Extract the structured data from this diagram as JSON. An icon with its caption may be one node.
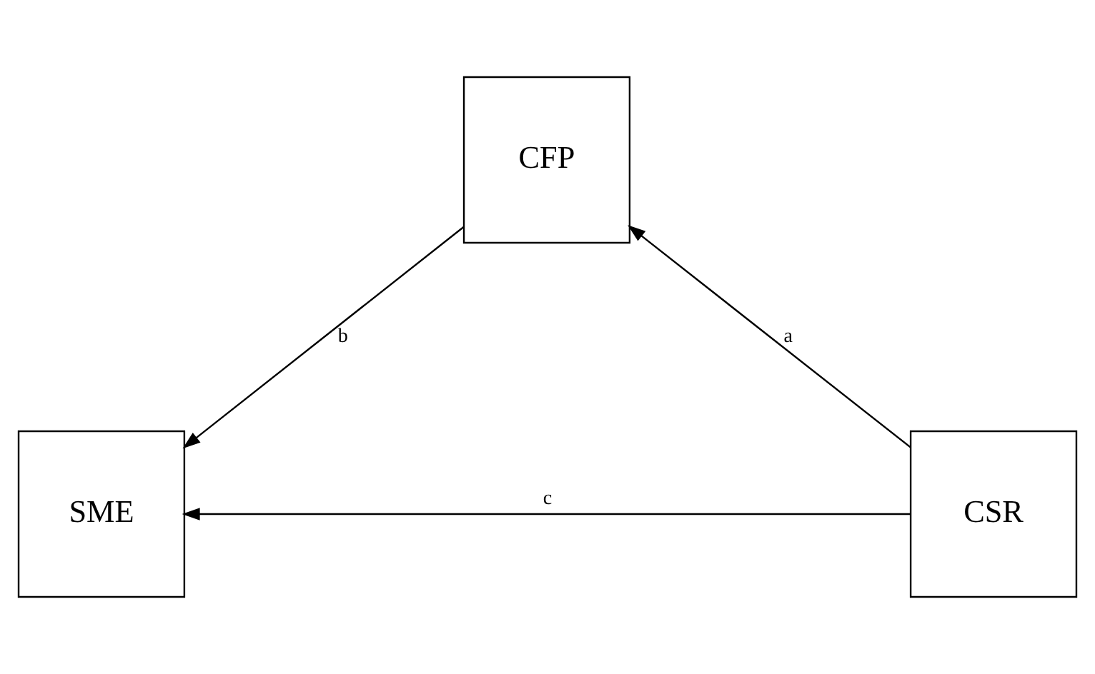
{
  "diagram": {
    "nodes": [
      {
        "text": [
          "CFP"
        ]
      },
      {
        "text": [
          "CSR"
        ]
      },
      {
        "text": [
          "SME"
        ]
      }
    ],
    "edges": [
      {
        "from": 1,
        "to": 0,
        "arrow": "to",
        "label": "a"
      },
      {
        "from": 0,
        "to": 2,
        "arrow": "to",
        "label": "b"
      },
      {
        "from": 1,
        "to": 2,
        "arrow": "to",
        "label": "c"
      }
    ]
  }
}
